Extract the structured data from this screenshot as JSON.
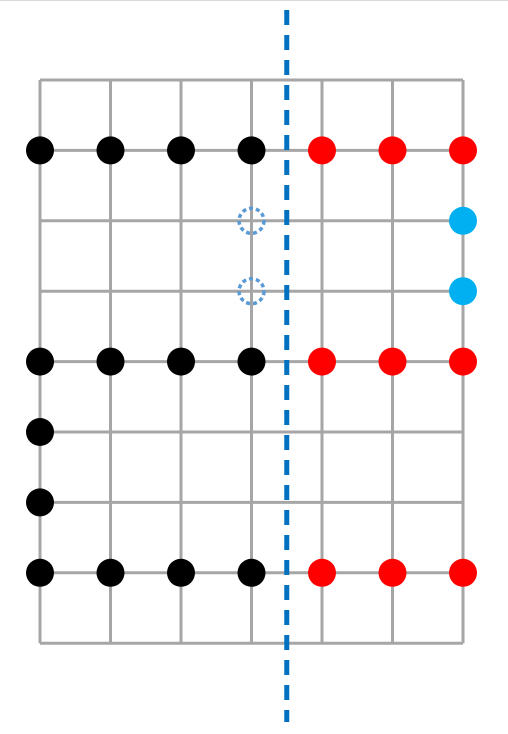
{
  "colors": {
    "grid": "#a6a6a6",
    "axis": "#0070c0",
    "black_dot": "#000000",
    "red_dot": "#ff0000",
    "blue_dot": "#00b0f0",
    "hollow_dot": "#5b9bd5",
    "frame": "#d9d9d9"
  },
  "grid": {
    "cols": 6,
    "rows": 8
  },
  "mirror_line": {
    "style": "dashed",
    "position_col": 3.5
  },
  "dots": {
    "black": [
      [
        0,
        1
      ],
      [
        1,
        1
      ],
      [
        2,
        1
      ],
      [
        3,
        1
      ],
      [
        0,
        4
      ],
      [
        1,
        4
      ],
      [
        2,
        4
      ],
      [
        3,
        4
      ],
      [
        0,
        5
      ],
      [
        0,
        6
      ],
      [
        0,
        7
      ],
      [
        1,
        7
      ],
      [
        2,
        7
      ],
      [
        3,
        7
      ]
    ],
    "red": [
      [
        4,
        1
      ],
      [
        5,
        1
      ],
      [
        6,
        1
      ],
      [
        4,
        4
      ],
      [
        5,
        4
      ],
      [
        6,
        4
      ],
      [
        4,
        7
      ],
      [
        5,
        7
      ],
      [
        6,
        7
      ]
    ],
    "blue": [
      [
        6,
        2
      ],
      [
        6,
        3
      ]
    ],
    "hollow": [
      [
        3,
        2
      ],
      [
        3,
        3
      ]
    ]
  }
}
